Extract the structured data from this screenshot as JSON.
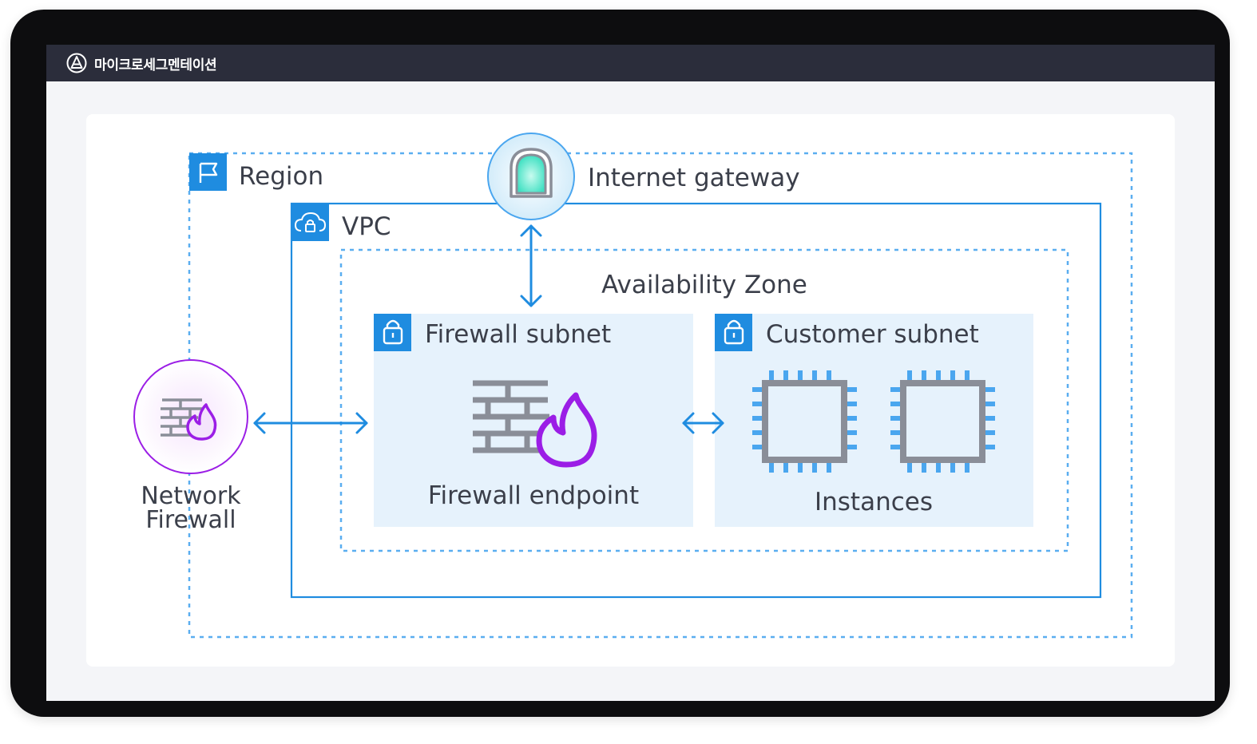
{
  "app": {
    "title": "마이크로세그멘테이션"
  },
  "diagram": {
    "region_label": "Region",
    "gateway_label": "Internet gateway",
    "vpc_label": "VPC",
    "az_label": "Availability Zone",
    "firewall_subnet_label": "Firewall subnet",
    "customer_subnet_label": "Customer subnet",
    "firewall_endpoint_label": "Firewall endpoint",
    "instances_label": "Instances",
    "network_firewall_label_line1": "Network",
    "network_firewall_label_line2": "Firewall"
  },
  "colors": {
    "accent_blue": "#1f8ce0",
    "subnet_fill": "#e6f2fc",
    "firewall_purple": "#9b1ee6",
    "chip_gray": "#8a8e98",
    "chip_pins": "#4aa6ef",
    "titlebar": "#2b2d3b"
  }
}
